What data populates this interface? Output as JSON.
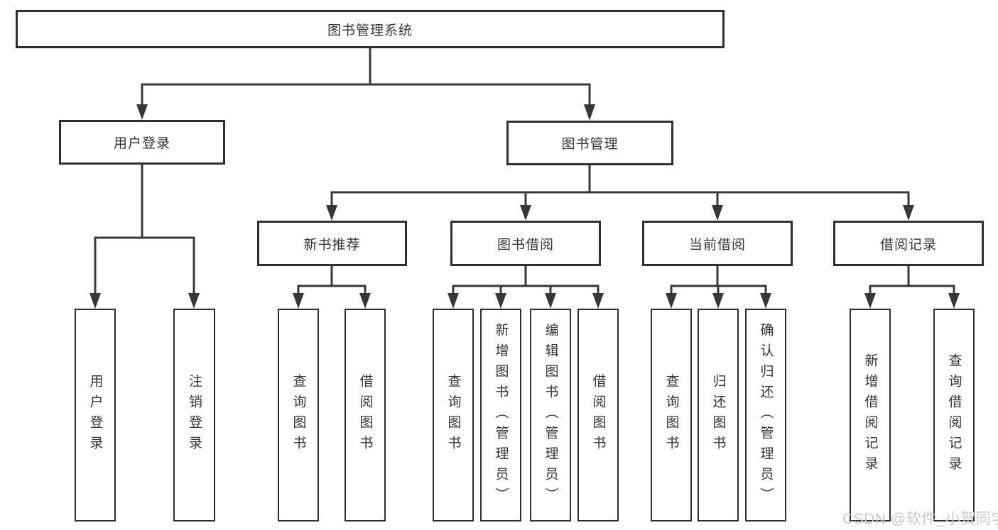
{
  "nodes": {
    "root": "图书管理系统",
    "user_login": "用户登录",
    "book_mgmt": "图书管理",
    "new_book_rec": "新书推荐",
    "book_borrow": "图书借阅",
    "current_borrow": "当前借阅",
    "borrow_records": "借阅记录",
    "leaf_user_login": "用户登录",
    "leaf_logout": "注销登录",
    "leaf_query_book_rec": "查询图书",
    "leaf_borrow_book_rec": "借阅图书",
    "leaf_query_book_borrow": "查询图书",
    "leaf_add_book_admin": "新增图书（管理员）",
    "leaf_edit_book_admin": "编辑图书（管理员）",
    "leaf_borrow_book_borrow": "借阅图书",
    "leaf_query_book_current": "查询图书",
    "leaf_return_book": "归还图书",
    "leaf_confirm_return_admin": "确认归还（管理员）",
    "leaf_add_borrow_record": "新增借阅记录",
    "leaf_query_borrow_record": "查询借阅记录"
  },
  "watermark": "CSDN @软件_小贺同学",
  "colors": {
    "line": "#373737",
    "border": "#2f2f2f",
    "text": "#333333",
    "watermark": "#c9c9c9",
    "background": "#ffffff"
  }
}
